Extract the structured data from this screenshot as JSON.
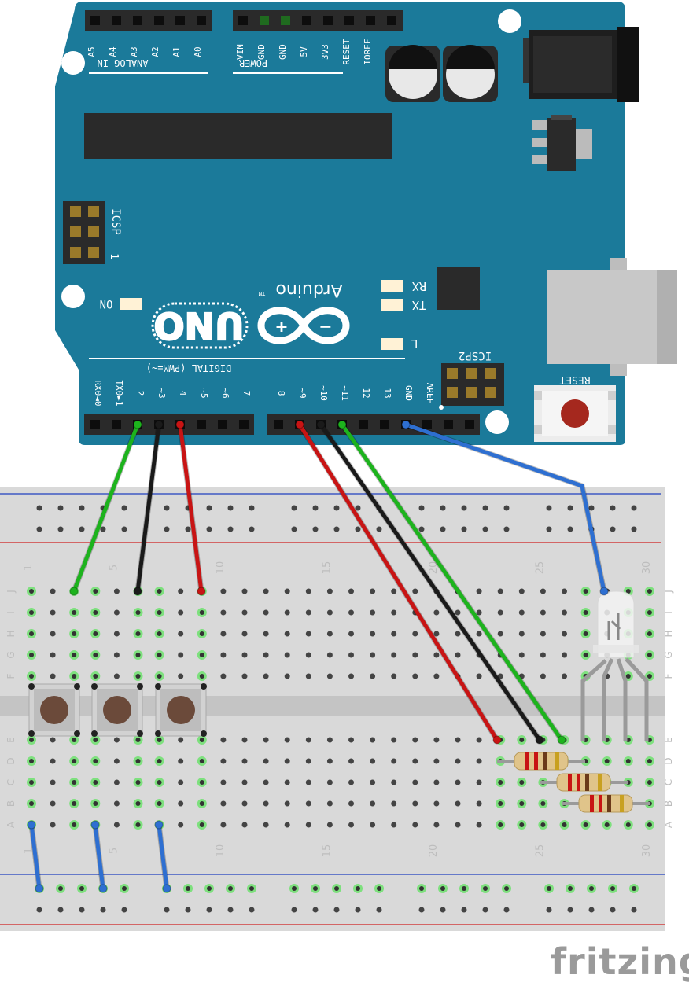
{
  "arduino": {
    "board_name": "Arduino",
    "model": "UNO",
    "tm": "TM",
    "analog_header_label": "ANALOG IN",
    "analog_pins": [
      "A5",
      "A4",
      "A3",
      "A2",
      "A1",
      "A0"
    ],
    "power_header_label": "POWER",
    "power_pins": [
      "VIN",
      "GND",
      "GND",
      "5V",
      "3V3",
      "RESET",
      "IOREF"
    ],
    "icsp_label": "ICSP",
    "icsp_pin1": "1",
    "icsp2_label": "ICSP2",
    "on_label": "ON",
    "rx_label": "RX",
    "tx_label": "TX",
    "l_label": "L",
    "reset_label": "RESET",
    "digital_label": "DIGITAL (PWM=~)",
    "digital_pins_low": [
      "RX0◄0",
      "TX0►1",
      "2",
      "~3",
      "4",
      "~5",
      "~6",
      "7"
    ],
    "digital_pins_high": [
      "8",
      "~9",
      "~10",
      "~11",
      "12",
      "13",
      "GND",
      "AREF"
    ]
  },
  "breadboard": {
    "column_numbers": [
      "1",
      "5",
      "10",
      "15",
      "20",
      "25",
      "30"
    ],
    "row_letters_top": [
      "J",
      "I",
      "H",
      "G",
      "F"
    ],
    "row_letters_bottom": [
      "E",
      "D",
      "C",
      "B",
      "A"
    ]
  },
  "colors": {
    "board": "#1b7a9a",
    "wire_green": "#1db31d",
    "wire_black": "#1a1a1a",
    "wire_red": "#c81414",
    "wire_blue": "#2e6fd1",
    "rail_red": "#d02020",
    "rail_blue": "#2040c0"
  },
  "watermark": "fritzing"
}
